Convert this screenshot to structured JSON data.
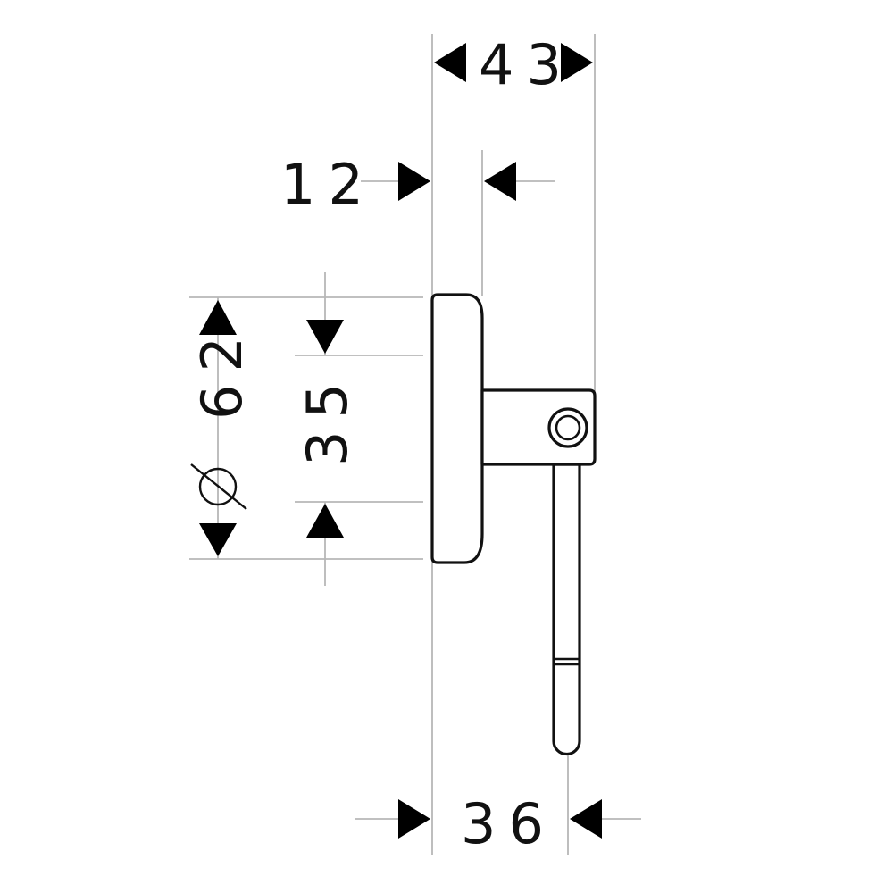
{
  "diagram": {
    "title": "",
    "dimensions": {
      "overall_depth": "43",
      "flange_thickness": "12",
      "diameter": "62",
      "diameter_symbol": "⌀",
      "center_height": "35",
      "ring_offset": "36"
    }
  },
  "colors": {
    "line": "#111111",
    "extension_line": "#b7b7b7",
    "background": "#ffffff"
  }
}
